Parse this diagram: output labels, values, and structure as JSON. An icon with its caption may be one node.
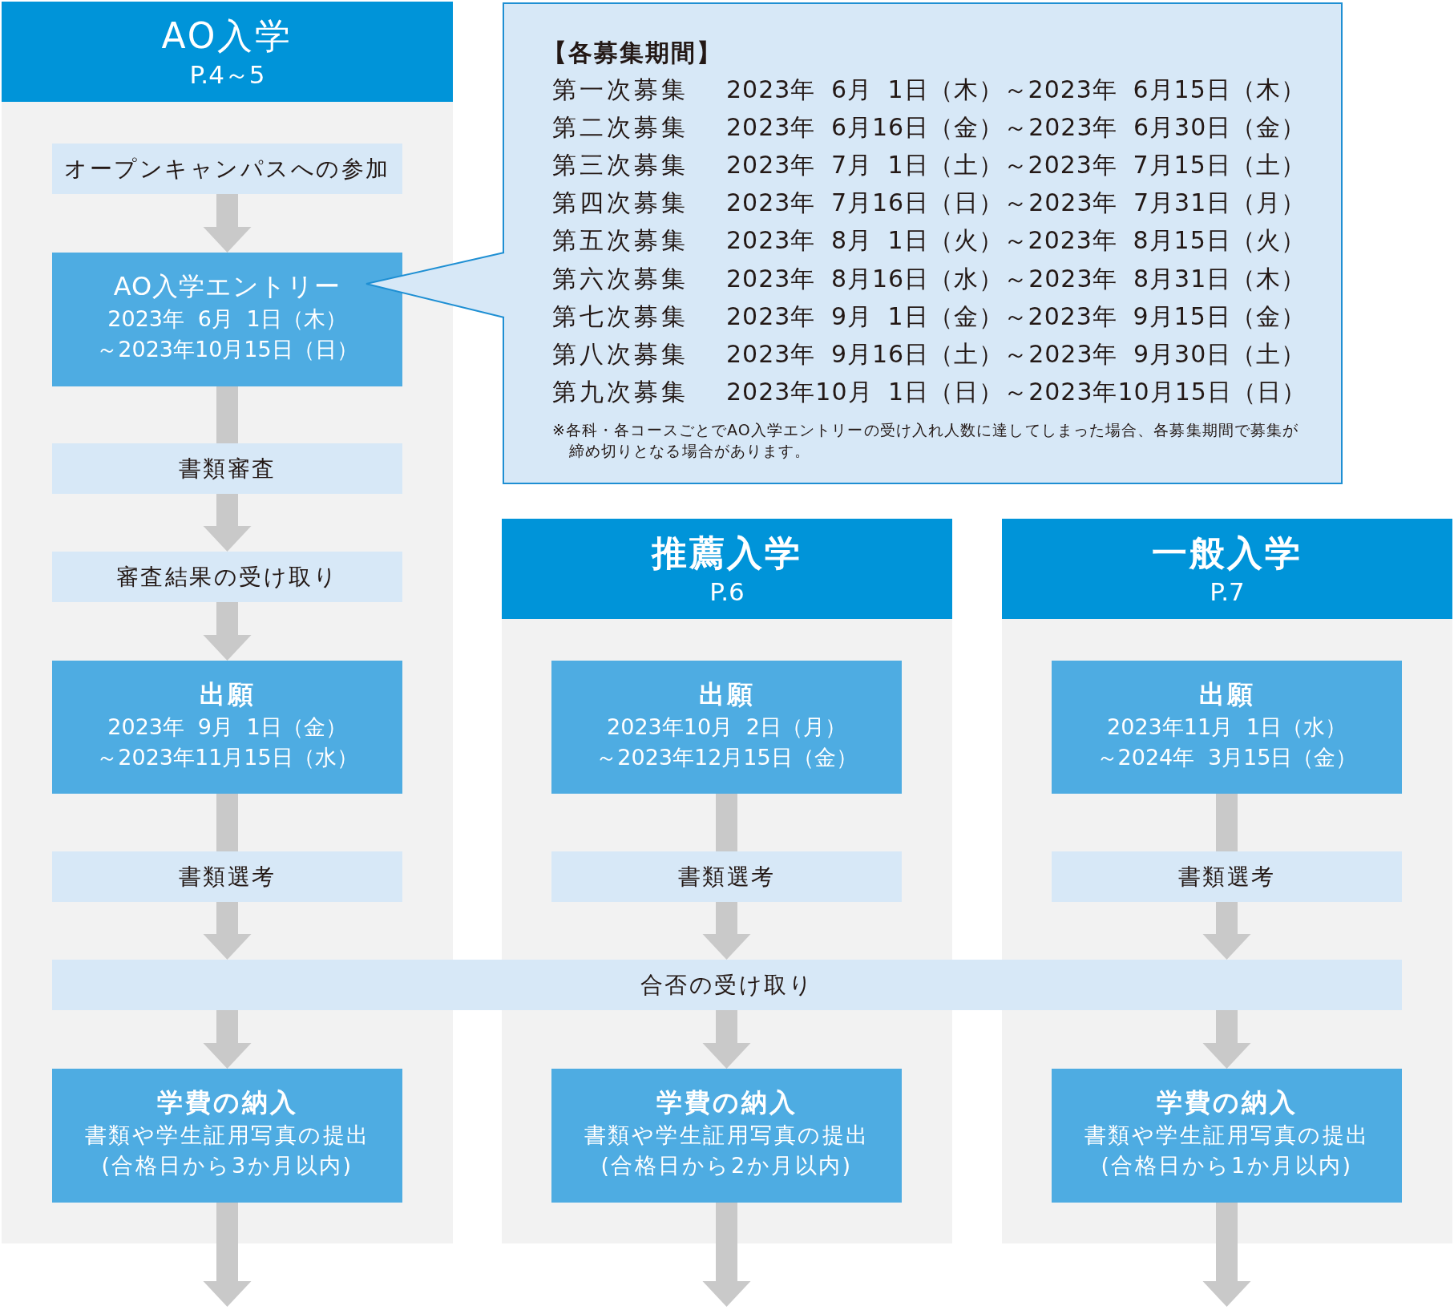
{
  "diagram": {
    "nodes": [
      {
        "text": [
          "AO入学",
          "P.4～5"
        ]
      },
      {
        "text": [
          "オープンキャンパスへの参加"
        ],
        "in": 0
      },
      {
        "text": [
          "AO入学エントリー",
          "2023年 6月 1日（木）",
          "～2023年10月15日（日）"
        ],
        "in": 0
      },
      {
        "text": [
          "書類審査"
        ],
        "in": 0
      },
      {
        "text": [
          "審査結果の受け取り"
        ],
        "in": 0
      },
      {
        "text": [
          "出願",
          "2023年 9月 1日（金）",
          "～2023年11月15日（水）"
        ],
        "in": 0
      },
      {
        "text": [
          "書類選考"
        ],
        "in": 0
      },
      {
        "text": [
          "【各募集期間】",
          "第一次募集",
          "2023年 6月 1日（木）～2023年 6月15日（木）",
          "第二次募集",
          "2023年 6月16日（金）～2023年 6月30日（金）",
          "第三次募集",
          "2023年 7月 1日（土）～2023年 7月15日（土）",
          "第四次募集",
          "2023年 7月16日（日）～2023年 7月31日（月）",
          "第五次募集",
          "2023年 8月 1日（火）～2023年 8月15日（火）",
          "第六次募集",
          "2023年 8月16日（水）～2023年 8月31日（木）",
          "第七次募集",
          "2023年 9月 1日（金）～2023年 9月15日（金）",
          "第八次募集",
          "2023年 9月16日（土）～2023年 9月30日（土）",
          "第九次募集",
          "2023年10月 1日（日）～2023年10月15日（日）",
          "※各科・各コースごとでAO入学エントリーの受け入れ人数に達してしまった場合、各募集期間で募集が締め切りとなる場合があります。"
        ]
      },
      {
        "text": [
          "推薦入学",
          "P.6"
        ]
      },
      {
        "text": [
          "出願",
          "2023年10月 2日（月）",
          "～2023年12月15日（金）"
        ],
        "in": 8
      },
      {
        "text": [
          "書類選考"
        ],
        "in": 8
      },
      {
        "text": [
          "一般入学",
          "P.7"
        ]
      },
      {
        "text": [
          "出願",
          "2023年11月 1日（水）",
          "～2024年 3月15日（金）"
        ],
        "in": 11
      },
      {
        "text": [
          "書類選考"
        ],
        "in": 11
      },
      {
        "text": [
          "合否の受け取り"
        ]
      },
      {
        "text": [
          "学費の納入",
          "書類や学生証用写真の提出",
          "(合格日から3か月以内)"
        ],
        "in": 0
      },
      {
        "text": [
          "学費の納入",
          "書類や学生証用写真の提出",
          "(合格日から2か月以内)"
        ],
        "in": 8
      },
      {
        "text": [
          "学費の納入",
          "書類や学生証用写真の提出",
          "(合格日から1か月以内)"
        ],
        "in": 11
      }
    ],
    "edges": [
      {
        "from": 1,
        "to": 2,
        "arrow": "to"
      },
      {
        "from": 2,
        "to": 3,
        "arrow": "none"
      },
      {
        "from": 3,
        "to": 4,
        "arrow": "to"
      },
      {
        "from": 4,
        "to": 5,
        "arrow": "to"
      },
      {
        "from": 5,
        "to": 6,
        "arrow": "none"
      },
      {
        "from": 6,
        "to": 14,
        "arrow": "to"
      },
      {
        "from": 9,
        "to": 10,
        "arrow": "none"
      },
      {
        "from": 10,
        "to": 14,
        "arrow": "to"
      },
      {
        "from": 12,
        "to": 13,
        "arrow": "none"
      },
      {
        "from": 13,
        "to": 14,
        "arrow": "to"
      },
      {
        "from": 14,
        "to": 15,
        "arrow": "to"
      },
      {
        "from": 14,
        "to": 16,
        "arrow": "to"
      },
      {
        "from": 14,
        "to": 17,
        "arrow": "to"
      },
      {
        "from": 15,
        "to": null,
        "arrow": "to"
      },
      {
        "from": 16,
        "to": null,
        "arrow": "to"
      },
      {
        "from": 17,
        "to": null,
        "arrow": "to"
      },
      {
        "from": 7,
        "to": 2,
        "arrow": "none",
        "color": "#1e8fd3"
      }
    ]
  }
}
